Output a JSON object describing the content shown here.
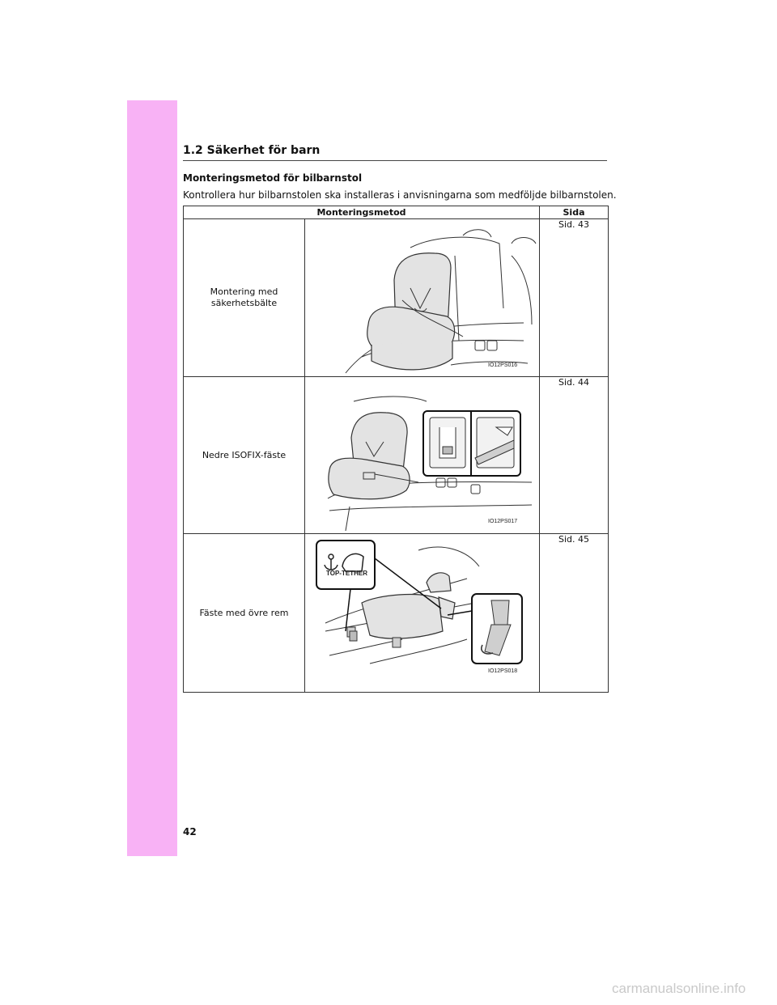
{
  "section_title": "1.2  Säkerhet för barn",
  "subheading": "Monteringsmetod för bilbarnstol",
  "intro": "Kontrollera hur bilbarnstolen ska installeras i anvisningarna som medföljde bilbarnstolen.",
  "table": {
    "headers": {
      "method": "Monteringsmetod",
      "page": "Sida"
    },
    "rows": [
      {
        "method": "Montering med säkerhetsbälte",
        "page": "Sid. 43",
        "figure_code": "IO12PS016",
        "figure_icon": "child-seat-with-seatbelt-illustration"
      },
      {
        "method": "Nedre ISOFIX-fäste",
        "page": "Sid. 44",
        "figure_code": "IO12PS017",
        "figure_icon": "child-seat-isofix-illustration"
      },
      {
        "method": "Fäste med övre rem",
        "page": "Sid. 45",
        "figure_code": "IO12PS018",
        "figure_icon": "top-tether-illustration",
        "tether_label": "TOP-TETHER"
      }
    ]
  },
  "page_number": "42",
  "watermark": "carmanualsonline.info",
  "colors": {
    "side_tab": "#f8b2f5",
    "seat_fill": "#e3e3e3",
    "line": "#333333"
  }
}
